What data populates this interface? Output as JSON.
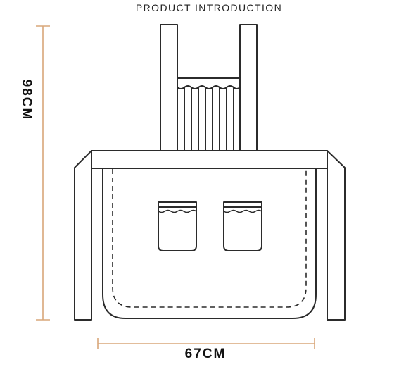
{
  "title": "PRODUCT INTRODUCTION",
  "dimensions": {
    "height_label": "98CM",
    "width_label": "67CM"
  },
  "colors": {
    "outline": "#2b2b2b",
    "dimension_line": "#d9a77a",
    "background": "#ffffff"
  }
}
